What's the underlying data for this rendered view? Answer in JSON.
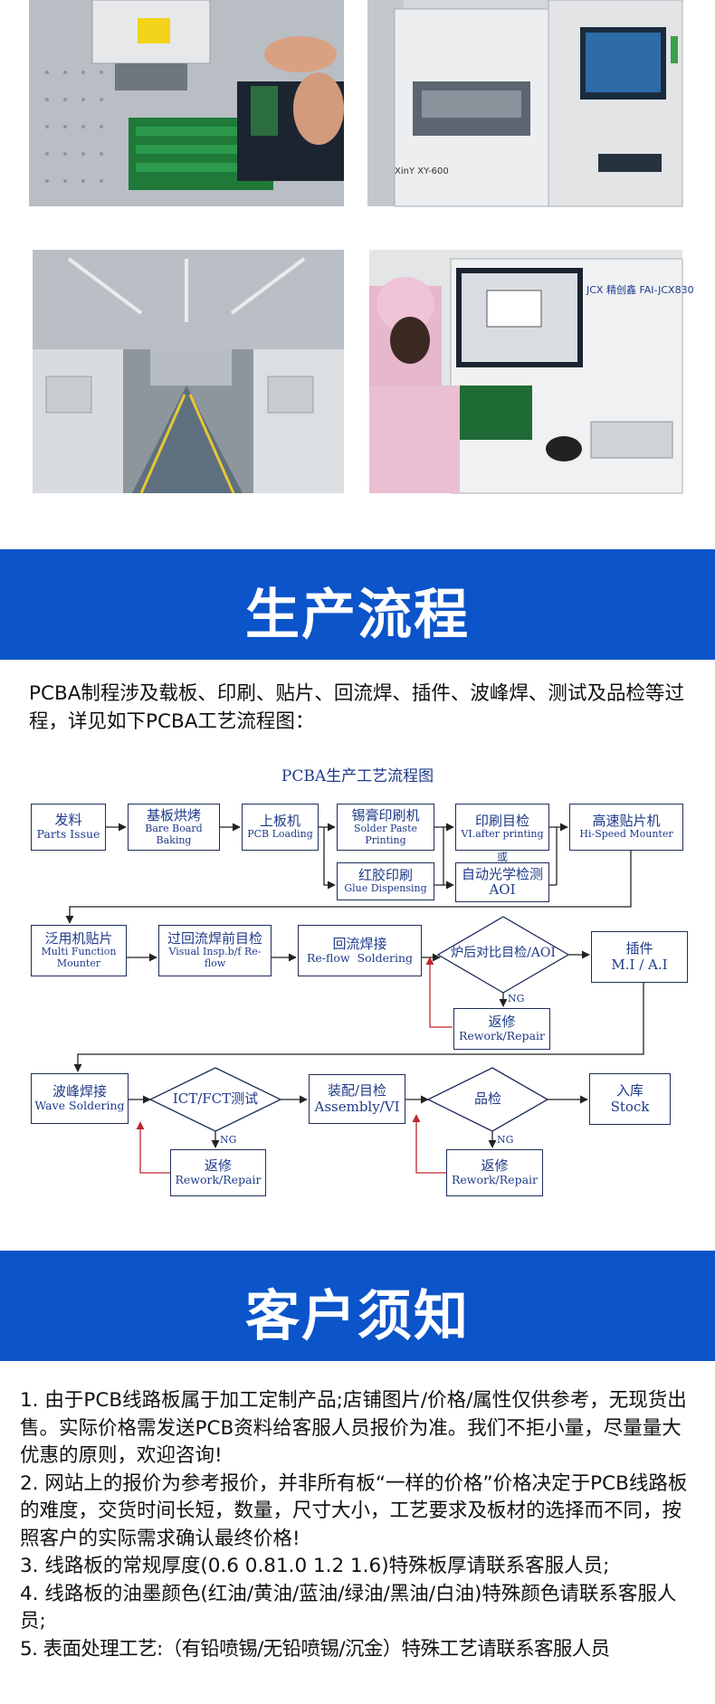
{
  "photos": [
    {
      "name": "laser-marking-photo",
      "label": ""
    },
    {
      "name": "solder-printer-photo",
      "label": "XinY XY-600"
    },
    {
      "name": "smt-line-photo",
      "label": ""
    },
    {
      "name": "fai-tester-photo",
      "label": "JCX 精创鑫 FAI-JCX830"
    }
  ],
  "sections": {
    "production": "生产流程",
    "notice": "客户须知"
  },
  "intro": "PCBA制程涉及载板、印刷、贴片、回流焊、插件、波峰焊、测试及品检等过程，详见如下PCBA工艺流程图：",
  "flowchart": {
    "title": "PCBA生产工艺流程图",
    "or_label": "或",
    "ng_label": "NG",
    "nodes": {
      "n1": {
        "zh": "发料",
        "en": "Parts Issue"
      },
      "n2": {
        "zh": "基板烘烤",
        "en": "Bare Board Baking"
      },
      "n3": {
        "zh": "上板机",
        "en": "PCB Loading"
      },
      "n4": {
        "zh": "锡膏印刷机",
        "en": "Solder Paste Printing"
      },
      "n5": {
        "zh": "印刷目检",
        "en": "VI.after printing"
      },
      "n6": {
        "zh": "高速贴片机",
        "en": "Hi-Speed Mounter"
      },
      "n7": {
        "zh": "红胶印刷",
        "en": "Glue Dispensing"
      },
      "n8": {
        "zh": "自动光学检测",
        "en": "AOI"
      },
      "n9": {
        "zh": "泛用机贴片",
        "en": "Multi Function Mounter"
      },
      "n10": {
        "zh": "过回流焊前目检",
        "en": "Visual Insp.b/f Re-flow"
      },
      "n11": {
        "zh": "回流焊接",
        "en": "Re-flow  Soldering"
      },
      "d1": {
        "zh": "炉后对比目检/AOI"
      },
      "n12": {
        "zh": "插件",
        "en": "M.I / A.I"
      },
      "n13": {
        "zh": "返修",
        "en": "Rework/Repair"
      },
      "n14": {
        "zh": "波峰焊接",
        "en": "Wave Soldering"
      },
      "d2": {
        "zh": "ICT/FCT测试"
      },
      "n15": {
        "zh": "装配/目检",
        "en": "Assembly/VI"
      },
      "d3": {
        "zh": "品检"
      },
      "n16": {
        "zh": "入库",
        "en": "Stock"
      },
      "n17": {
        "zh": "返修",
        "en": "Rework/Repair"
      },
      "n18": {
        "zh": "返修",
        "en": "Rework/Repair"
      }
    }
  },
  "notices": [
    "1. 由于PCB线路板属于加工定制产品;店铺图片/价格/属性仅供参考，无现货出售。实际价格需发送PCB资料给客服人员报价为准。我们不拒小量，尽量量大优惠的原则，欢迎咨询!",
    "2. 网站上的报价为参考报价，并非所有板“一样的价格”价格决定于PCB线路板的难度，交货时间长短，数量，尺寸大小，工艺要求及板材的选择而不同，按照客户的实际需求确认最终价格!",
    "3. 线路板的常规厚度(0.6 0.81.0 1.2 1.6)特殊板厚请联系客服人员;",
    "4. 线路板的油墨颜色(红油/黄油/蓝油/绿油/黑油/白油)特殊颜色请联系客服人员;",
    "5. 表面处理工艺:（有铅喷锡/无铅喷锡/沉金）特殊工艺请联系客服人员"
  ],
  "colors": {
    "banner": "#0b54c9",
    "flow_text": "#1e3a8a",
    "rework_arrow": "#c0262d"
  }
}
